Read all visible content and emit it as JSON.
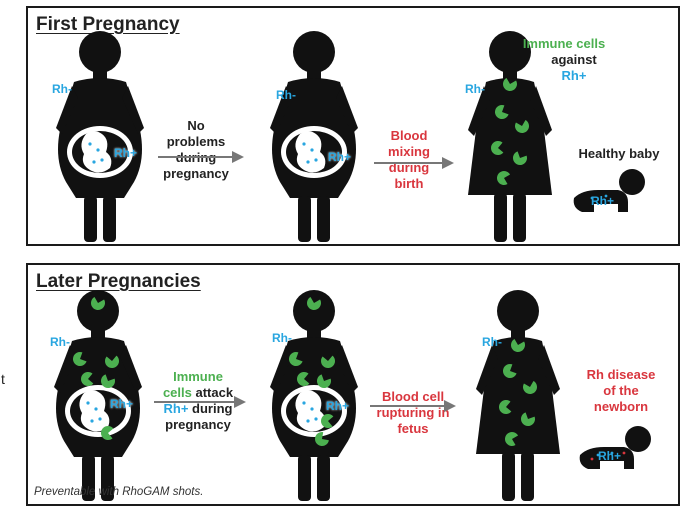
{
  "first_pregnancy": {
    "title": "First Pregnancy",
    "stage1": {
      "mother_label": "Rh-",
      "fetus_label": "Rh+"
    },
    "step1_text": [
      "No",
      "problems",
      "during",
      "pregnancy"
    ],
    "stage2": {
      "mother_label": "Rh-",
      "fetus_label": "Rh+"
    },
    "step2_text": [
      "Blood",
      "mixing",
      "during",
      "birth"
    ],
    "stage3": {
      "mother_label": "Rh-"
    },
    "immune_text": {
      "line1": "Immune cells",
      "line2": "against",
      "line3": "Rh+"
    },
    "healthy_baby_label": "Healthy baby",
    "baby_label": "Rh+"
  },
  "later_pregnancies": {
    "title": "Later Pregnancies",
    "stage1": {
      "mother_label": "Rh-",
      "fetus_label": "Rh+"
    },
    "step1_text": {
      "line1_green": "Immune",
      "line2_green": "cells",
      "line2_dark": " attack",
      "line3_blue": "Rh+",
      "line3_dark": " during",
      "line4_dark": "pregnancy"
    },
    "stage2": {
      "mother_label": "Rh-",
      "fetus_label": "Rh+"
    },
    "step2_text": [
      "Blood cell",
      "rupturing in",
      "fetus"
    ],
    "stage3": {
      "mother_label": "Rh-"
    },
    "disease_text": [
      "Rh disease",
      "of the",
      "newborn"
    ],
    "baby_label": "Rh+",
    "footnote": "Preventable with RhoGAM shots."
  },
  "edge_fragment": "t",
  "colors": {
    "rh_blue": "#29a6e0",
    "warning_red": "#d9363e",
    "immune_green": "#4cb050",
    "figure_black": "#111111",
    "arrow_gray": "#777777"
  }
}
